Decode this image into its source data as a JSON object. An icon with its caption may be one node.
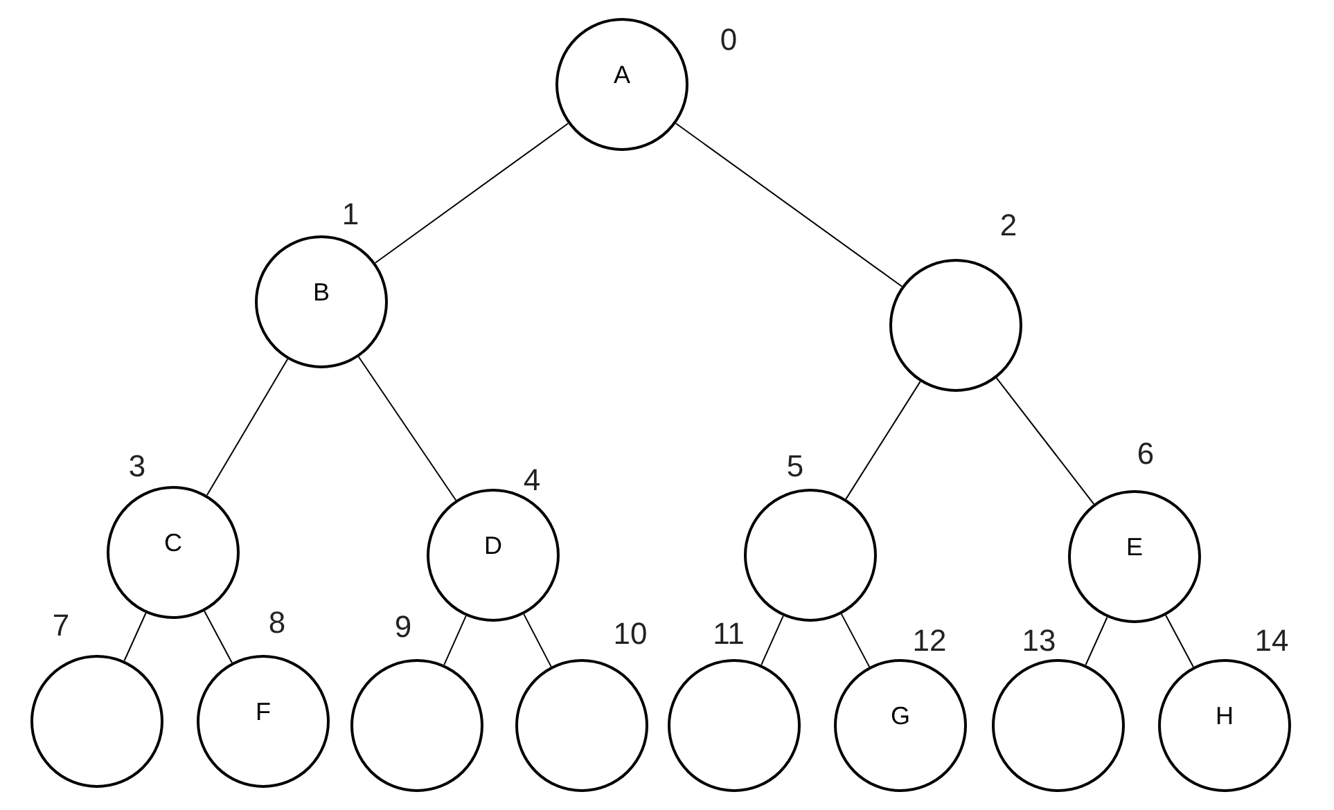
{
  "diagram": {
    "nodes": [
      {
        "text": [
          "A"
        ],
        "beside": [
          "0"
        ]
      },
      {
        "text": [
          "B"
        ],
        "beside": [
          "1"
        ]
      },
      {
        "text": [],
        "shape": "circle",
        "beside": [
          "2"
        ]
      },
      {
        "text": [
          "C"
        ],
        "beside": [
          "3"
        ]
      },
      {
        "text": [
          "D"
        ],
        "beside": [
          "4"
        ]
      },
      {
        "text": [],
        "shape": "circle",
        "beside": [
          "5"
        ]
      },
      {
        "text": [
          "E"
        ],
        "beside": [
          "6"
        ]
      },
      {
        "text": [],
        "shape": "circle",
        "beside": [
          "7"
        ]
      },
      {
        "text": [
          "F"
        ],
        "beside": [
          "8"
        ]
      },
      {
        "text": [],
        "shape": "circle",
        "beside": [
          "9"
        ]
      },
      {
        "text": [],
        "shape": "circle",
        "beside": [
          "10"
        ]
      },
      {
        "text": [],
        "shape": "circle",
        "beside": [
          "11"
        ]
      },
      {
        "text": [
          "G"
        ],
        "beside": [
          "12"
        ]
      },
      {
        "text": [],
        "shape": "circle",
        "beside": [
          "13"
        ]
      },
      {
        "text": [
          "H"
        ],
        "beside": [
          "14"
        ]
      }
    ],
    "edges": [
      {
        "from": 0,
        "to": 1,
        "arrow": "none"
      },
      {
        "from": 0,
        "to": 2,
        "arrow": "none"
      },
      {
        "from": 1,
        "to": 3,
        "arrow": "none"
      },
      {
        "from": 1,
        "to": 4,
        "arrow": "none"
      },
      {
        "from": 2,
        "to": 5,
        "arrow": "none"
      },
      {
        "from": 2,
        "to": 6,
        "arrow": "none"
      },
      {
        "from": 3,
        "to": 7,
        "arrow": "none"
      },
      {
        "from": 3,
        "to": 8,
        "arrow": "none"
      },
      {
        "from": 4,
        "to": 9,
        "arrow": "none"
      },
      {
        "from": 4,
        "to": 10,
        "arrow": "none"
      },
      {
        "from": 5,
        "to": 11,
        "arrow": "none"
      },
      {
        "from": 5,
        "to": 12,
        "arrow": "none"
      },
      {
        "from": 6,
        "to": 13,
        "arrow": "none"
      },
      {
        "from": 6,
        "to": 14,
        "arrow": "none"
      }
    ]
  }
}
